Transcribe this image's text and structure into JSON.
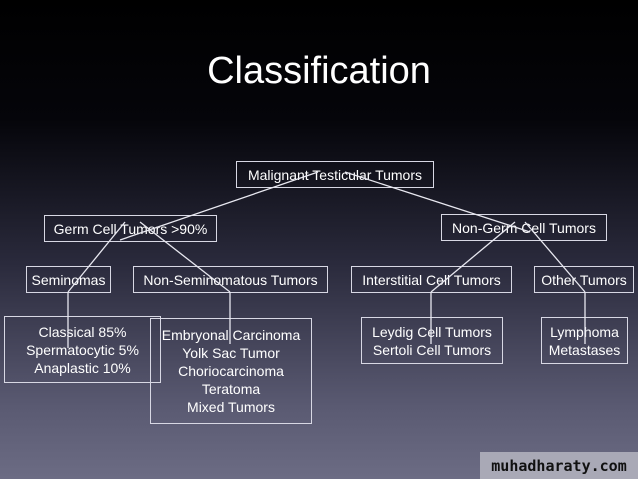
{
  "title": "Classification",
  "root": "Malignant Testicular Tumors",
  "level1": [
    "Germ Cell Tumors >90%",
    "Non-Germ Cell Tumors"
  ],
  "level2": [
    "Seminomas",
    "Non-Seminomatous Tumors",
    "Interstitial Cell Tumors",
    "Other Tumors"
  ],
  "seminomas": [
    "Classical 85%",
    "Spermatocytic 5%",
    "Anaplastic 10%"
  ],
  "non_seminomatous": [
    "Embryonal Carcinoma",
    "Yolk Sac Tumor",
    "Choriocarcinoma",
    "Teratoma",
    "Mixed Tumors"
  ],
  "interstitial": [
    "Leydig Cell Tumors",
    "Sertoli Cell Tumors"
  ],
  "other": [
    "Lymphoma",
    "Metastases"
  ],
  "watermark": "muhadharaty.com"
}
